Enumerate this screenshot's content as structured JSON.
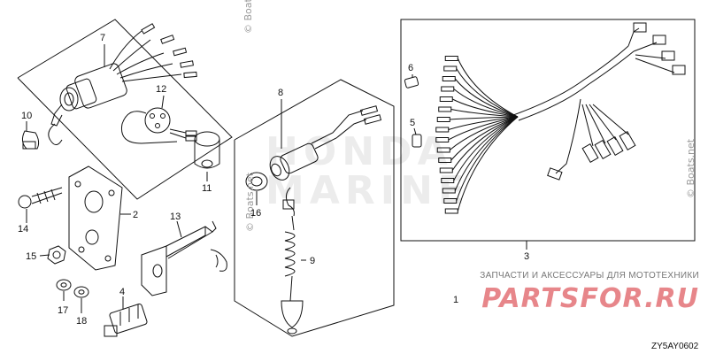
{
  "watermark_top": "© Boats.net",
  "watermark_mid": "© Boats.net",
  "watermark_right": "© Boats.net",
  "honda_watermark": {
    "line1": "HONDA",
    "line2": "MARINE"
  },
  "parts_banner": {
    "tagline": "ЗАПЧАСТИ И АКСЕССУАРЫ ДЛЯ МОТОТЕХНИКИ",
    "site": "PARTSFOR.RU"
  },
  "diagram_code": "ZY5AY0602",
  "callouts": {
    "c1": "1",
    "c2": "2",
    "c3": "3",
    "c4": "4",
    "c5": "5",
    "c6": "6",
    "c7": "7",
    "c8": "8",
    "c9": "9",
    "c10": "10",
    "c11": "11",
    "c12": "12",
    "c13": "13",
    "c14": "14",
    "c15": "15",
    "c16": "16",
    "c17": "17",
    "c18": "18"
  },
  "colors": {
    "line": "#111111",
    "watermark": "#9a9a9a",
    "brand_red": "#d4242b"
  }
}
